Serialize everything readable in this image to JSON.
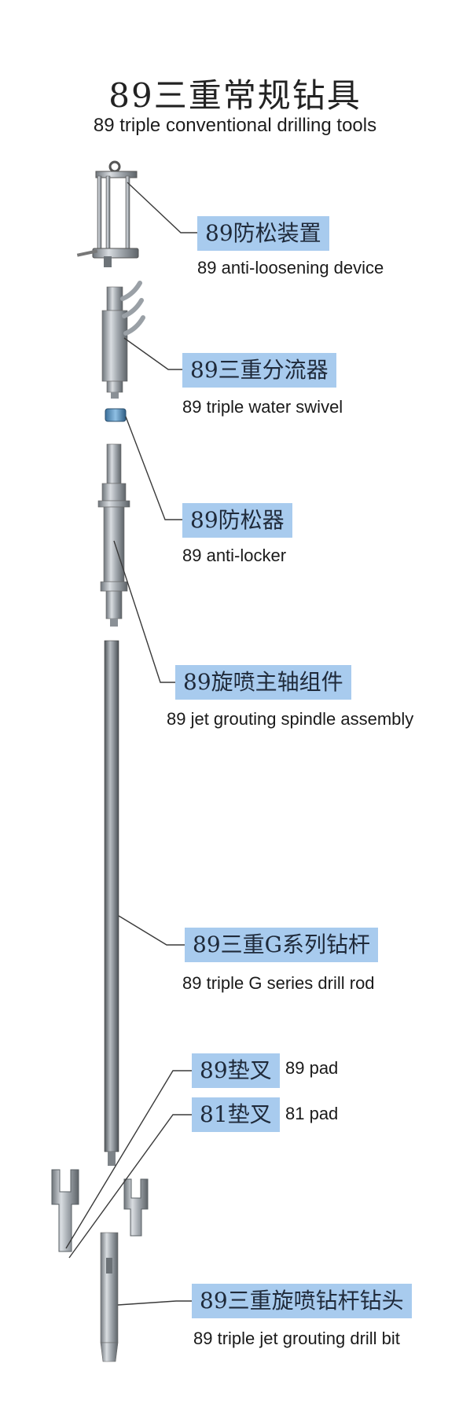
{
  "title": {
    "cn": "89三重常规钻具",
    "en": "89 triple conventional drilling tools"
  },
  "parts": [
    {
      "cn": "89防松装置",
      "en": "89 anti-loosening device"
    },
    {
      "cn": "89三重分流器",
      "en": "89 triple water swivel"
    },
    {
      "cn": "89防松器",
      "en": "89 anti-locker"
    },
    {
      "cn": "89旋喷主轴组件",
      "en": "89 jet grouting spindle assembly"
    },
    {
      "cn": "89三重G系列钻杆",
      "en": "89 triple G series drill rod"
    },
    {
      "cn": "89垫叉",
      "en": "89 pad"
    },
    {
      "cn": "81垫叉",
      "en": "81 pad"
    },
    {
      "cn": "89三重旋喷钻杆钻头",
      "en": "89 triple jet grouting drill bit"
    }
  ],
  "colors": {
    "label_highlight": "#a8cbee",
    "leader_line": "#3a3a3a",
    "metal": "#8a9096"
  }
}
